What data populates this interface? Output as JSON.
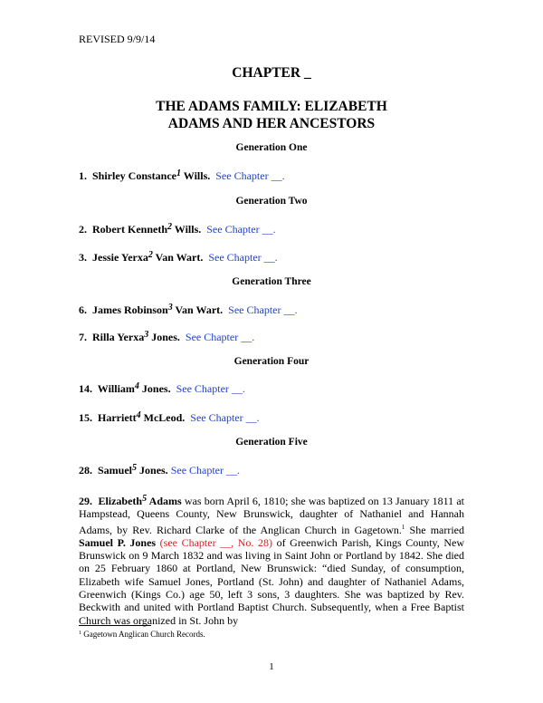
{
  "header": {
    "revised": "REVISED 9/9/14"
  },
  "chapter_heading": "CHAPTER _",
  "title_line1": "THE ADAMS FAMILY: ELIZABETH",
  "title_line2": "ADAMS AND HER ANCESTORS",
  "generations": {
    "one": "Generation One",
    "two": "Generation Two",
    "three": "Generation Three",
    "four": "Generation Four",
    "five": "Generation Five"
  },
  "entries": [
    {
      "num": "1.",
      "given": "Shirley Constance",
      "gen": "1",
      "surname": " Wills.",
      "link": "See Chapter __."
    },
    {
      "num": "2",
      "given": "Robert Kenneth",
      "gen": "2",
      "surname": " Wills.",
      "link": "See Chapter __."
    },
    {
      "num": "3",
      "given": "Jessie Yerxa",
      "gen": "2",
      "surname": " Van Wart.",
      "link": "See Chapter __."
    },
    {
      "num": "6",
      "given": "James Robinson",
      "gen": "3",
      "surname": " Van Wart.",
      "link": "See Chapter __."
    },
    {
      "num": "7.",
      "given": "Rilla Yerxa",
      "gen": "3",
      "surname": " Jones.",
      "link": "See Chapter __."
    },
    {
      "num": "14",
      "given": "William",
      "gen": "4",
      "surname": " Jones.",
      "link": "See Chapter __."
    },
    {
      "num": "15",
      "given": "Harriett",
      "gen": "4",
      "surname": " McLeod.",
      "link": "See Chapter __."
    },
    {
      "num": "28.",
      "given": "Samuel",
      "gen": "5",
      "surname": " Jones.",
      "link": "See Chapter __."
    }
  ],
  "paragraph": {
    "num": "29.",
    "given": "Elizabeth",
    "gen": "5",
    "surname": "Adams",
    "text1": " was born April 6, 1810; she was baptized on 13 January 1811 at Hampstead, Queens County, New Brunswick, daughter of Nathaniel and Hannah Adams, by Rev. Richard Clarke of the Anglican Church in Gagetown.",
    "fn_mark": "1",
    "text2": "  She married ",
    "spouse": "Samuel P. Jones",
    "red_ref": "(see Chapter __, No. 28)",
    "text3": " of Greenwich Parish, Kings County, New Brunswick on 9 March 1832 and was living in Saint John or Portland by 1842.  She died on 25 February 1860 at Portland, New Brunswick: “died Sunday, of consumption, Elizabeth wife Samuel Jones, Portland (St. John) and daughter of Nathaniel Adams, Greenwich (Kings Co.) age 50, left 3 sons, 3 daughters.  She was baptized by Rev. Beckwith and united with Portland Baptist Church. Subsequently, when a Free Baptist Church was organized in St. John by"
  },
  "footnote": {
    "mark": "1",
    "text": " Gagetown Anglican Church Records."
  },
  "page_number": "1",
  "colors": {
    "link": "#1f3fcf",
    "red_ref": "#d81f1f"
  }
}
